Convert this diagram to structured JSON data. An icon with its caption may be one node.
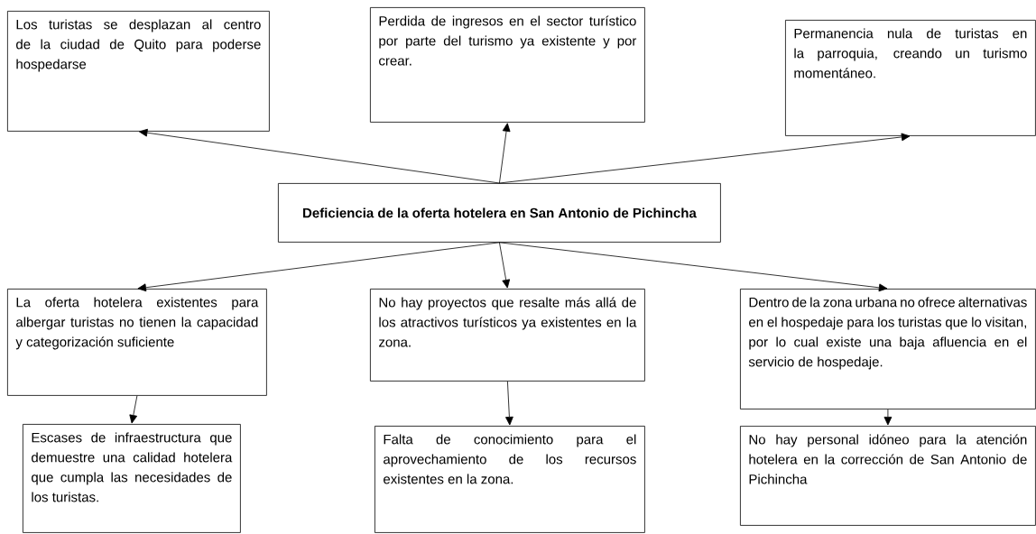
{
  "diagram": {
    "nodes": [
      {
        "text": [
          "Los turistas se desplazan al centro de la ciudad de Quito para poderse hospedarse"
        ]
      },
      {
        "text": [
          "Perdida de ingresos en el sector turístico por parte del turismo ya existente y por crear."
        ]
      },
      {
        "text": [
          "Permanencia nula de turistas en la parroquia, creando un turismo momentáneo."
        ]
      },
      {
        "text": [
          "Deficiencia de la oferta hotelera en San Antonio de Pichincha"
        ]
      },
      {
        "text": [
          "La oferta hotelera existentes para albergar turistas no tienen la capacidad y categorización suficiente"
        ]
      },
      {
        "text": [
          "No hay proyectos que resalte más allá de los atractivos turísticos ya existentes en la zona."
        ]
      },
      {
        "text": [
          "Dentro de la zona urbana no ofrece alternativas en el hospedaje para los turistas que lo visitan, por lo cual existe una baja afluencia en el servicio de hospedaje."
        ]
      },
      {
        "text": [
          "Escases de infraestructura que demuestre una calidad hotelera que cumpla las necesidades de los turistas."
        ]
      },
      {
        "text": [
          "Falta de conocimiento para el aprovechamiento de los recursos existentes en la zona."
        ]
      },
      {
        "text": [
          "No hay personal idóneo para la atención hotelera en la corrección de San Antonio de Pichincha"
        ]
      }
    ],
    "edges": [
      {
        "from": 3,
        "to": 0,
        "arrow": "to"
      },
      {
        "from": 3,
        "to": 1,
        "arrow": "to"
      },
      {
        "from": 3,
        "to": 2,
        "arrow": "to"
      },
      {
        "from": 3,
        "to": 4,
        "arrow": "to"
      },
      {
        "from": 3,
        "to": 5,
        "arrow": "to"
      },
      {
        "from": 3,
        "to": 6,
        "arrow": "to"
      },
      {
        "from": 4,
        "to": 7,
        "arrow": "to"
      },
      {
        "from": 5,
        "to": 8,
        "arrow": "to"
      },
      {
        "from": 6,
        "to": 9,
        "arrow": "to"
      }
    ]
  }
}
